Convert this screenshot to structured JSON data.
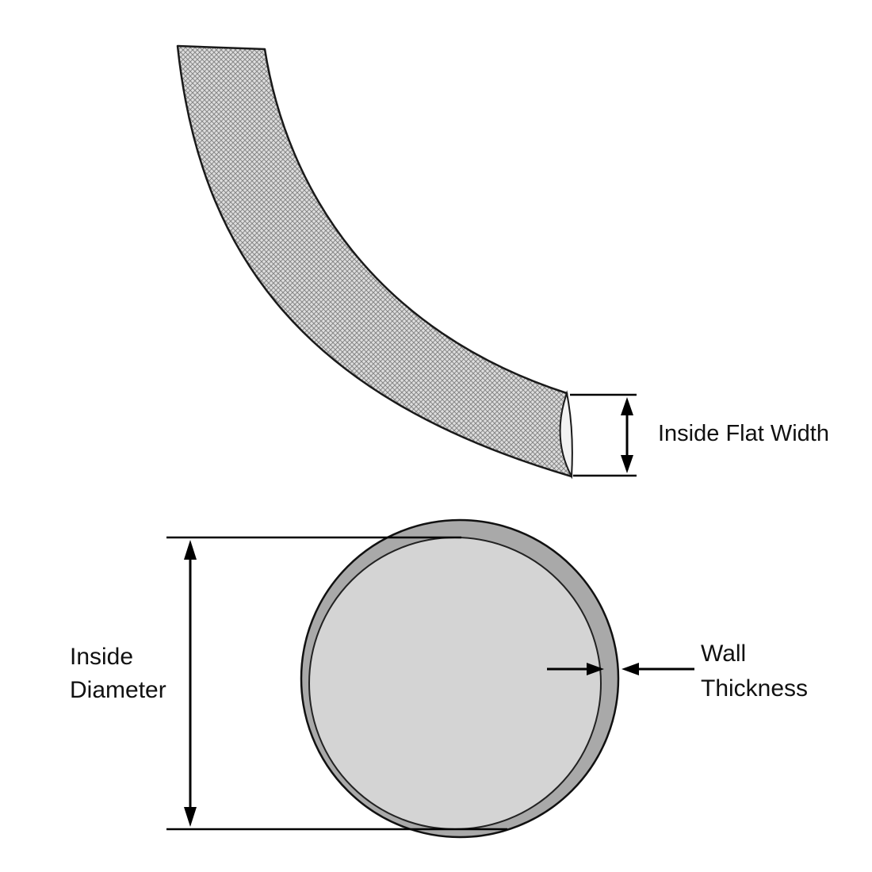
{
  "diagram": {
    "type": "tubing-dimension-diagram",
    "labels": {
      "inside_flat_width": "Inside Flat Width",
      "inside_diameter_line1": "Inside",
      "inside_diameter_line2": "Diameter",
      "wall_thickness_line1": "Wall",
      "wall_thickness_line2": "Thickness"
    },
    "colors": {
      "background": "#ffffff",
      "line": "#000000",
      "tube_fill_base": "#dedede",
      "tube_hatch": "#878787",
      "wall_gray": "#a9a9a9",
      "bore_gray": "#d4d4d4",
      "end_cap_fill": "#f2f2f2"
    }
  }
}
